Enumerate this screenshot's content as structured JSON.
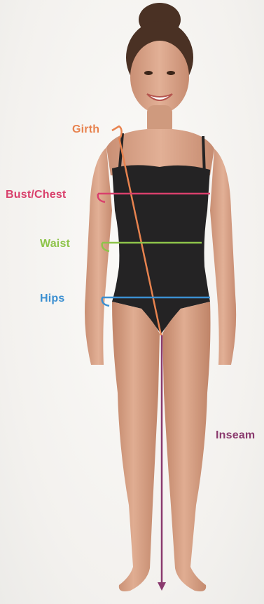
{
  "measurements": {
    "girth": {
      "label": "Girth",
      "color": "#e8834f"
    },
    "bust_chest": {
      "label": "Bust/Chest",
      "color": "#d9406c"
    },
    "waist": {
      "label": "Waist",
      "color": "#8ec44a"
    },
    "hips": {
      "label": "Hips",
      "color": "#3b8fd1"
    },
    "inseam": {
      "label": "Inseam",
      "color": "#8a3a6e"
    }
  },
  "figure": {
    "skin_color": "#d9a58a",
    "leotard_color": "#242324",
    "hair_color": "#4a3124"
  }
}
